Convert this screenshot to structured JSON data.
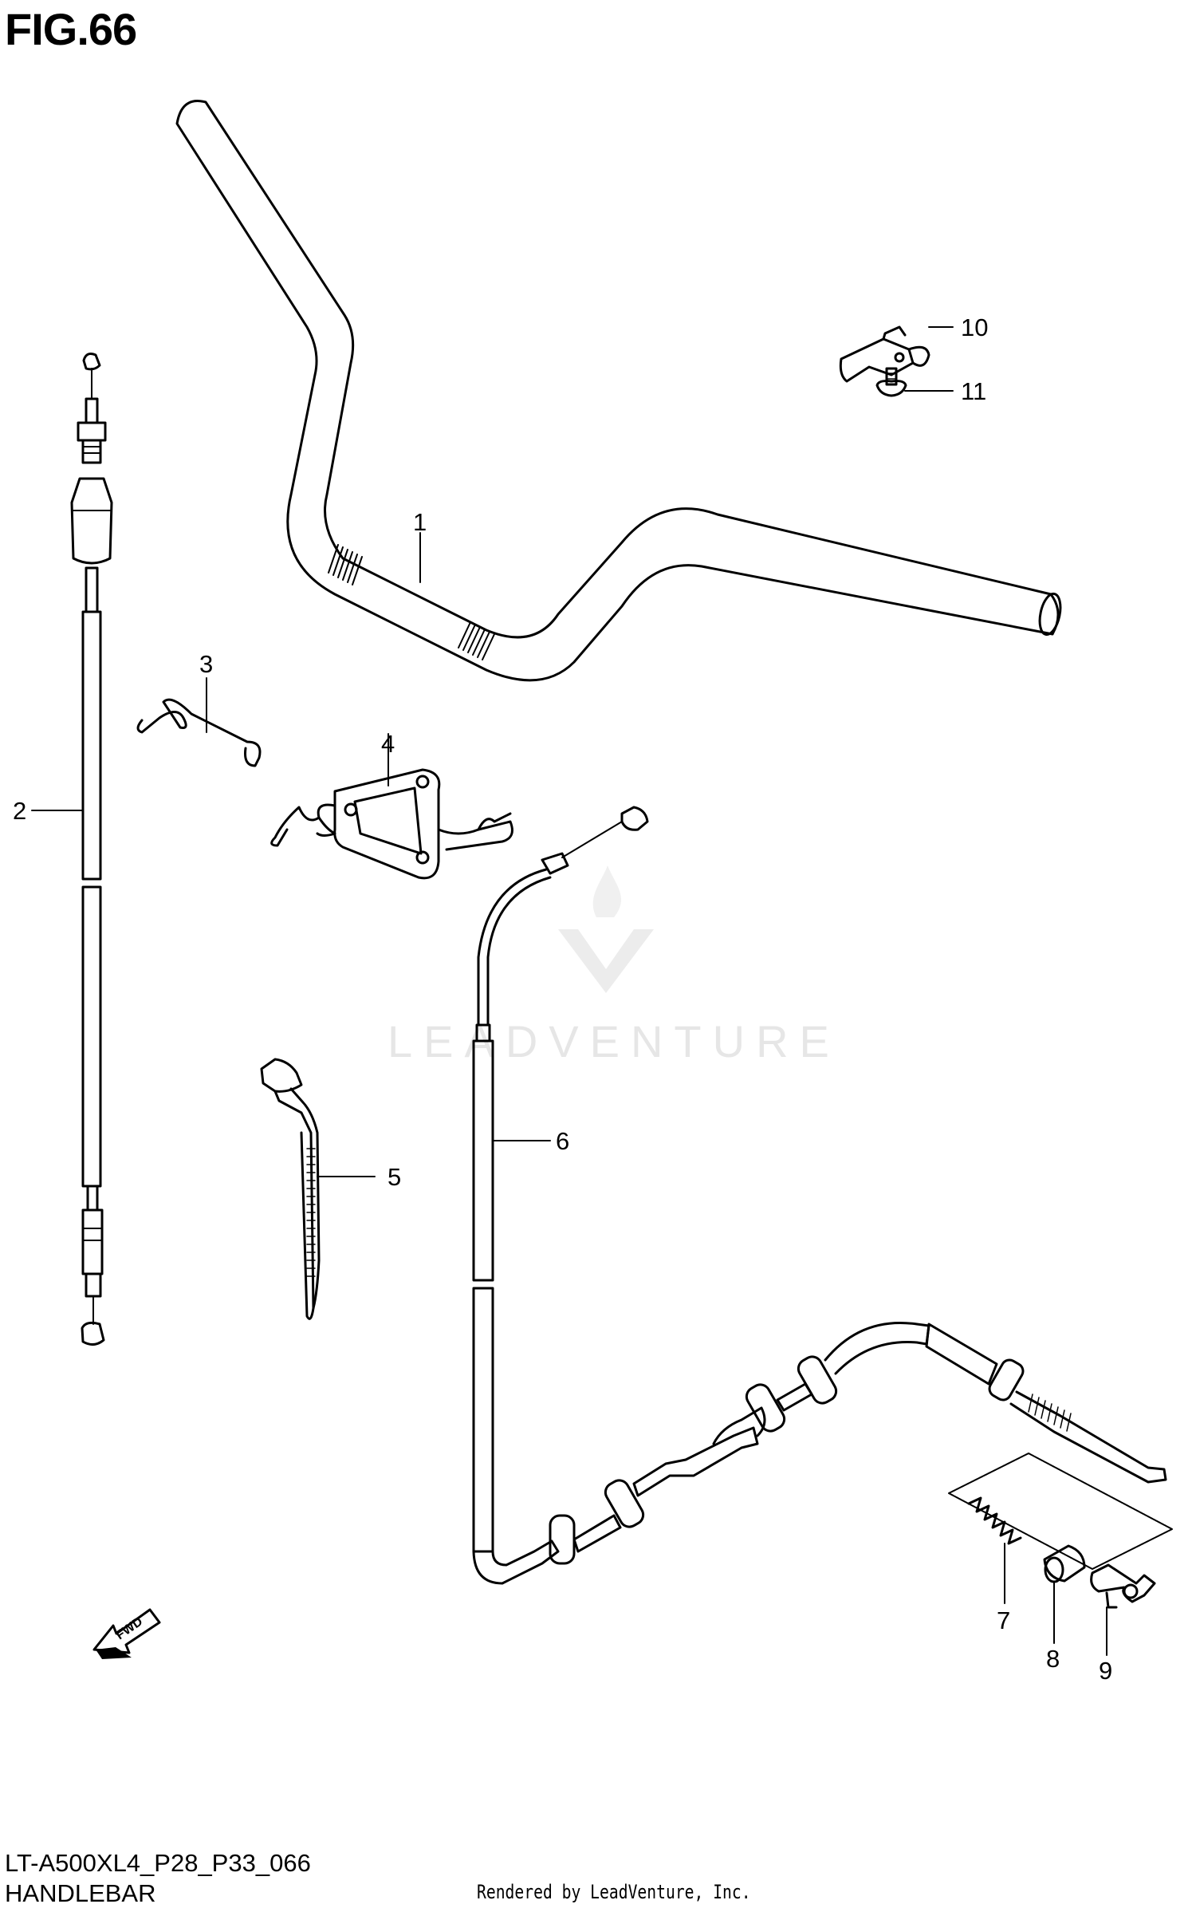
{
  "figure": {
    "title": "FIG.66",
    "model_code": "LT-A500XL4_P28_P33_066",
    "section": "HANDLEBAR",
    "rendered_by": "Rendered by LeadVenture, Inc.",
    "watermark": "LEADVENTURE",
    "fwd_label": "FWD"
  },
  "parts": [
    {
      "ref": "1"
    },
    {
      "ref": "2"
    },
    {
      "ref": "3"
    },
    {
      "ref": "4"
    },
    {
      "ref": "5"
    },
    {
      "ref": "6"
    },
    {
      "ref": "7"
    },
    {
      "ref": "8"
    },
    {
      "ref": "9"
    },
    {
      "ref": "10"
    },
    {
      "ref": "11"
    }
  ],
  "colors": {
    "line": "#000000",
    "background": "#ffffff",
    "watermark": "#e6e6e6"
  }
}
